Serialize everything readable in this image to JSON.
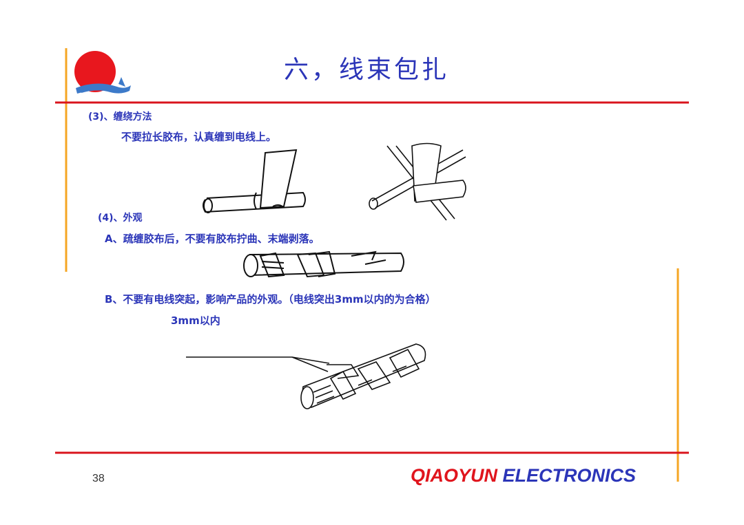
{
  "slide": {
    "title": "六，线束包扎",
    "page_number": "38",
    "brand": {
      "part1": "QIAOYUN",
      "part2": "ELECTRONICS"
    }
  },
  "sections": {
    "s3": {
      "heading": "(3)、缠绕方法",
      "text": "不要拉长胶布，认真缠到电线上。"
    },
    "s4": {
      "heading": "(4)、外观",
      "item_a": "A、疏缠胶布后，不要有胶布拧曲、末端剥落。",
      "item_b": "B、不要有电线突起，影响产品的外观。（电线突出3mm以内的为合格）",
      "callout": "3mm以内"
    }
  },
  "colors": {
    "title_blue": "#2b35b8",
    "rule_red": "#d9141c",
    "accent_orange": "#f5a623",
    "logo_red": "#e8171e",
    "logo_blue": "#3d7ac9"
  }
}
